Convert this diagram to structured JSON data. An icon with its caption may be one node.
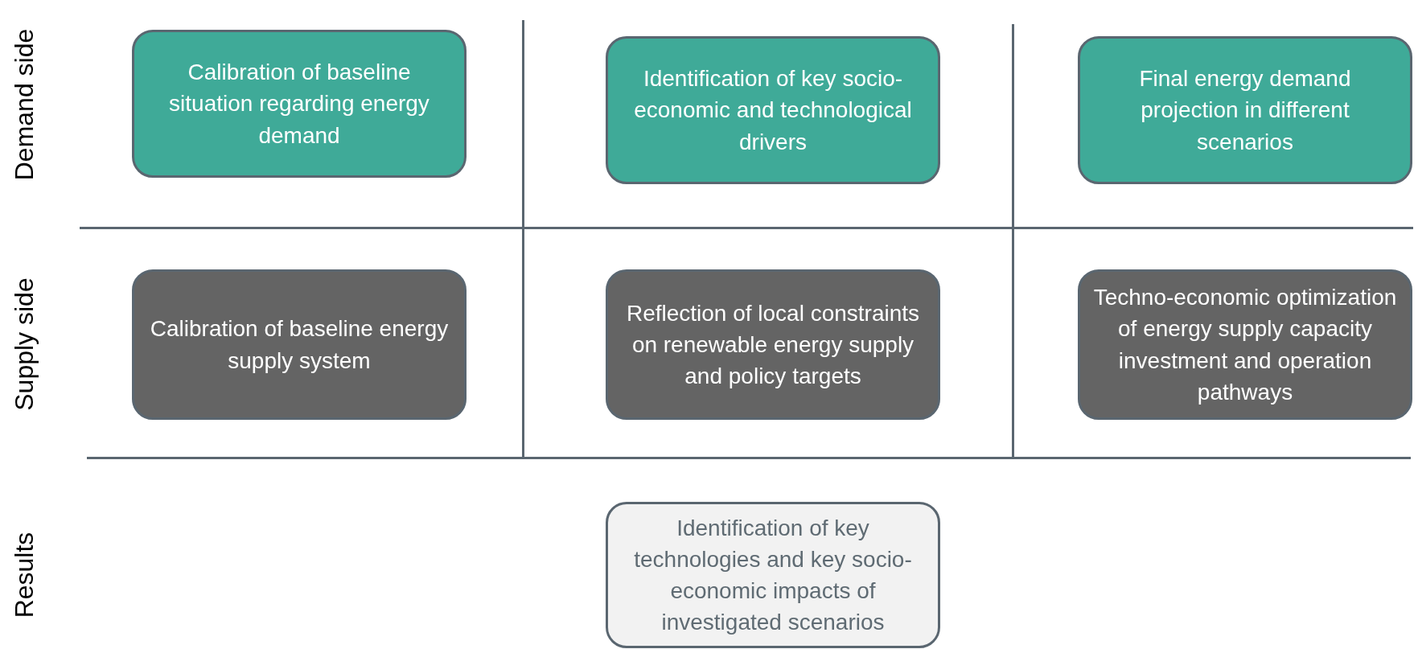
{
  "diagram": {
    "nodes": [
      {
        "text": [
          "Calibration of baseline situation regarding energy demand"
        ]
      },
      {
        "text": [
          "Identification of key socio-economic and technological drivers"
        ]
      },
      {
        "text": [
          "Final energy demand projection in different scenarios"
        ]
      },
      {
        "text": [
          "Calibration of baseline energy supply system"
        ]
      },
      {
        "text": [
          "Reflection of local constraints on renewable energy supply and policy targets"
        ]
      },
      {
        "text": [
          "Techno-economic optimization of energy supply capacity investment and operation pathways"
        ]
      },
      {
        "text": [
          "Identification of key technologies and key socio-economic impacts of investigated scenarios"
        ]
      }
    ],
    "edges": [],
    "labels": [
      "Demand side",
      "Supply side",
      "Results"
    ]
  }
}
